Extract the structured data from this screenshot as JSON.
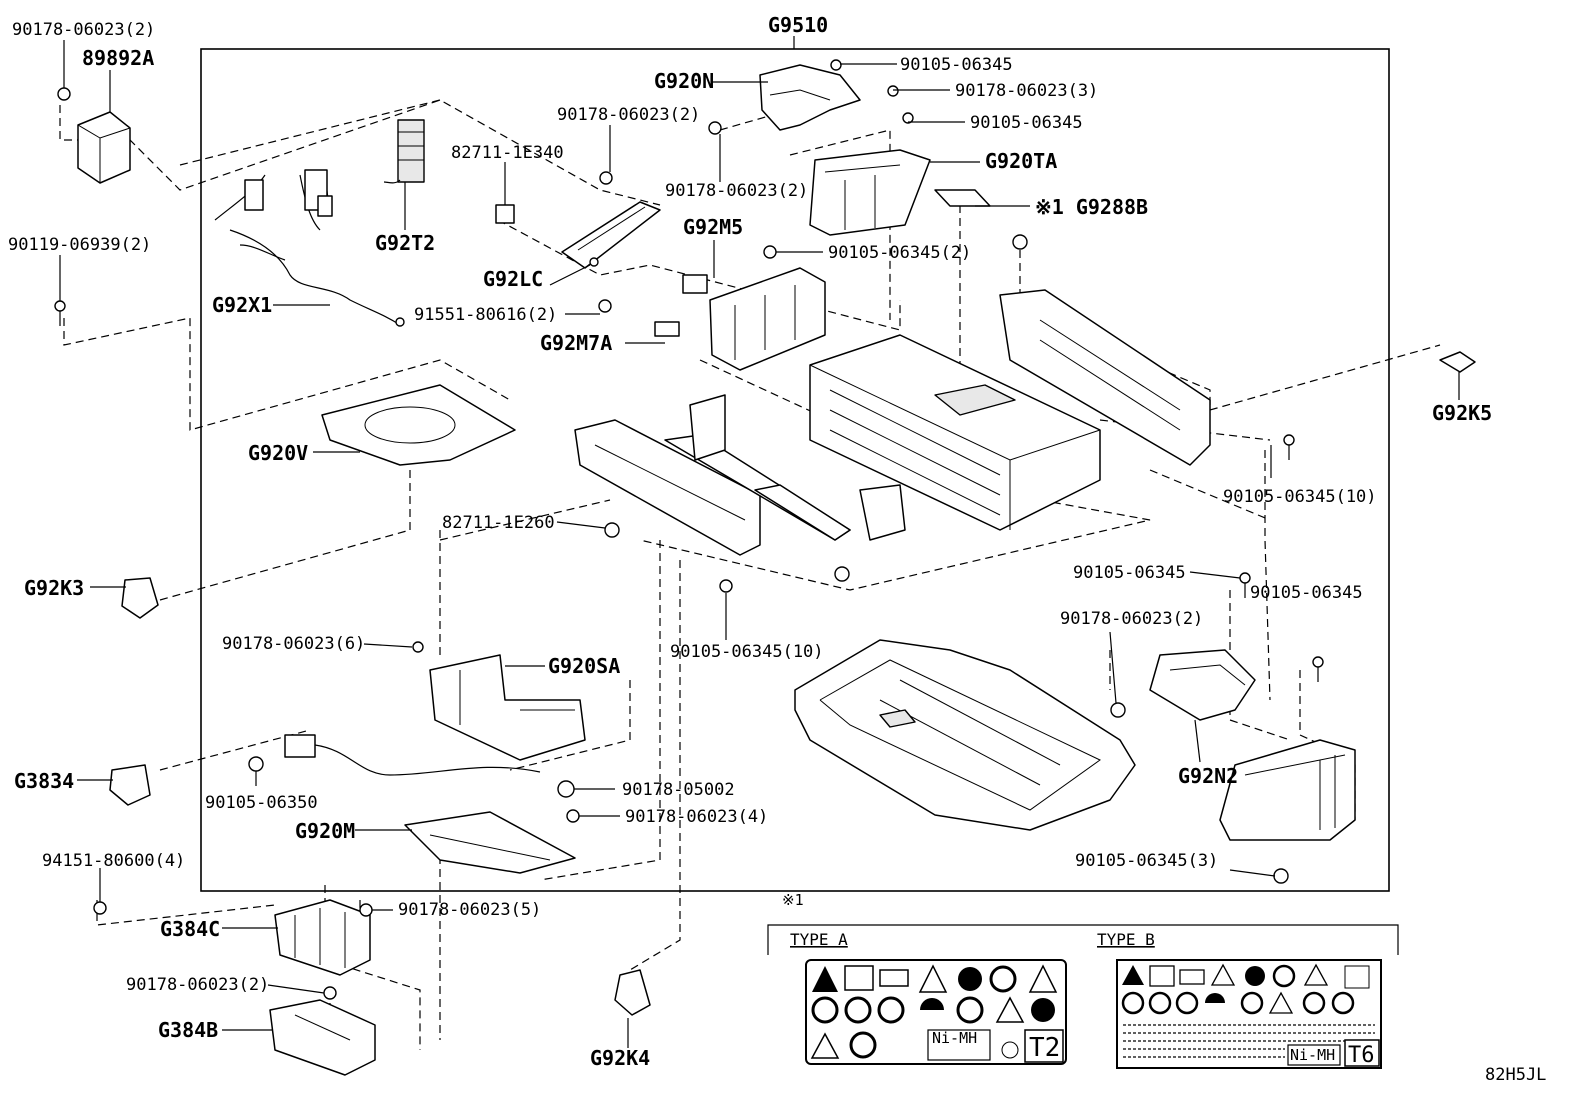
{
  "assembly_label": "G9510",
  "diagram_code": "82H5JL",
  "note_marker": "※1",
  "parts": {
    "p_90178_06023_2_tl": "90178-06023(2)",
    "p_89892A": "89892A",
    "p_90119_06939_2": "90119-06939(2)",
    "p_G92X1": "G92X1",
    "p_G92T2": "G92T2",
    "p_82711_1E340": "82711-1E340",
    "p_G92LC": "G92LC",
    "p_90178_06023_2_mid": "90178-06023(2)",
    "p_90178_06023_2_mid2": "90178-06023(2)",
    "p_G92M5": "G92M5",
    "p_91551_80616_2": "91551-80616(2)",
    "p_G92M7A": "G92M7A",
    "p_G920N": "G920N",
    "p_90105_06345_a": "90105-06345",
    "p_90178_06023_3": "90178-06023(3)",
    "p_90105_06345_b": "90105-06345",
    "p_G920TA": "G920TA",
    "p_G9288B": "※1 G9288B",
    "p_90105_06345_2": "90105-06345(2)",
    "p_G92K5": "G92K5",
    "p_G920V": "G920V",
    "p_82711_1E260": "82711-1E260",
    "p_90105_06345_10_r": "90105-06345(10)",
    "p_G92K3": "G92K3",
    "p_90105_06345_c": "90105-06345",
    "p_90105_06345_d": "90105-06345",
    "p_90178_06023_2_r": "90178-06023(2)",
    "p_90178_06023_6": "90178-06023(6)",
    "p_G920SA": "G920SA",
    "p_90105_06345_10_m": "90105-06345(10)",
    "p_G3834": "G3834",
    "p_90105_06350": "90105-06350",
    "p_90178_05002": "90178-05002",
    "p_G920M": "G920M",
    "p_90178_06023_4": "90178-06023(4)",
    "p_G92N2": "G92N2",
    "p_90105_06345_3": "90105-06345(3)",
    "p_94151_80600_4": "94151-80600(4)",
    "p_90178_06023_5": "90178-06023(5)",
    "p_G384C": "G384C",
    "p_90178_06023_2_b": "90178-06023(2)",
    "p_G384B": "G384B",
    "p_G92K4": "G92K4"
  },
  "legend": {
    "type_a": "TYPE A",
    "type_b": "TYPE B",
    "badge_a": "T2",
    "badge_b": "T6",
    "chem_a": "Ni-MH",
    "chem_b": "Ni-MH"
  }
}
